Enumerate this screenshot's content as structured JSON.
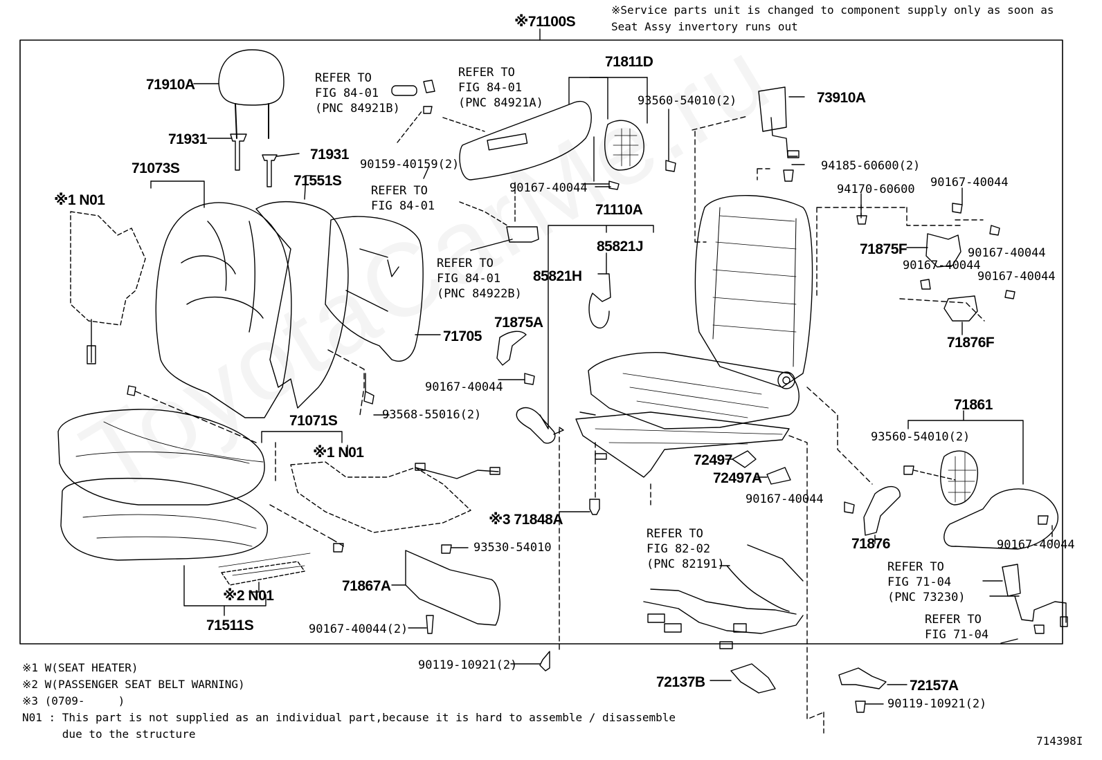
{
  "header": {
    "assembly_number": "※71100S",
    "service_note_line1": "※Service parts unit is changed to component supply only as soon as",
    "service_note_line2": "Seat Assy invertory runs out"
  },
  "parts": {
    "p71910A": "71910A",
    "p71931_a": "71931",
    "p71931_b": "71931",
    "p71073S": "71073S",
    "n01_heater_back": "※1 N01",
    "p71551S": "71551S",
    "ref_84921B_1": "REFER TO",
    "ref_84921B_2": "FIG 84-01",
    "ref_84921B_3": "(PNC 84921B)",
    "ref_84921A_1": "REFER TO",
    "ref_84921A_2": "FIG 84-01",
    "ref_84921A_3": "(PNC 84921A)",
    "p90159": "90159-40159(2)",
    "ref_84_1": "REFER TO",
    "ref_84_2": "FIG 84-01",
    "ref_84922B_1": "REFER TO",
    "ref_84922B_2": "FIG 84-01",
    "ref_84922B_3": "(PNC 84922B)",
    "p71705": "71705",
    "p71811D": "71811D",
    "p93560_top": "93560-54010(2)",
    "p90167_mid": "90167-40044",
    "p71110A": "71110A",
    "p85821J": "85821J",
    "p85821H": "85821H",
    "p71875A": "71875A",
    "p90167_left": "90167-40044",
    "p93568": "93568-55016(2)",
    "p71071S": "71071S",
    "n01_heater_cush": "※1 N01",
    "p73910A": "73910A",
    "p94185": "94185-60600(2)",
    "p94170": "94170-60600",
    "p90167_r1": "90167-40044",
    "p71875F": "71875F",
    "p90167_r2": "90167-40044",
    "p90167_r3": "90167-40044",
    "p90167_r4": "90167-40044",
    "p71876F": "71876F",
    "p71861": "71861",
    "p93560_right": "93560-54010(2)",
    "p72497": "72497",
    "p72497A": "72497A",
    "p90167_low": "90167-40044",
    "p71876": "71876",
    "p90167_far": "90167-40044",
    "ref_73230_1": "REFER TO",
    "ref_73230_2": "FIG 71-04",
    "ref_73230_3": "(PNC 73230)",
    "ref_7104_1": "REFER TO",
    "ref_7104_2": "FIG 71-04",
    "p71848A": "※3 71848A",
    "p93530": "93530-54010",
    "p71867A": "71867A",
    "p90167_2": "90167-40044(2)",
    "n01_belt": "※2 N01",
    "p71511S": "71511S",
    "ref_82191_1": "REFER TO",
    "ref_82191_2": "FIG 82-02",
    "ref_82191_3": "(PNC 82191)",
    "p90119_left": "90119-10921(2)",
    "p72137B": "72137B",
    "p72157A": "72157A",
    "p90119_right": "90119-10921(2)"
  },
  "footnotes": [
    "※1 W(SEAT HEATER)",
    "※2 W(PASSENGER SEAT BELT WARNING)",
    "※3 (0709-     )",
    "N01 : This part is not supplied as an individual part,because it is hard to assemble / disassemble",
    "      due to the structure"
  ],
  "figure_id": "714398I",
  "watermark": "ToyotaCarMe.ru"
}
